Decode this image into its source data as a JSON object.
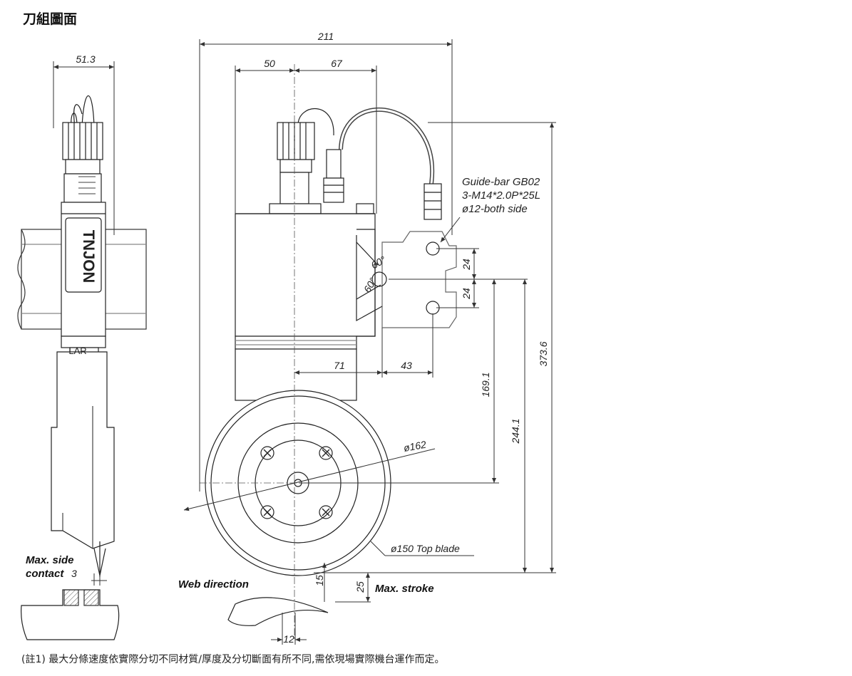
{
  "title": "刀組圖面",
  "footnote": "(註1) 最大分條速度依實際分切不同材質/厚度及分切斷面有所不同,需依現場實際機台運作而定。",
  "dimensions": {
    "side_width": "51.3",
    "overall_width": "211",
    "left_offset": "50",
    "right_offset": "67",
    "offset_71": "71",
    "offset_43": "43",
    "hole_pitch_1": "24",
    "hole_pitch_2": "24",
    "height_169": "169.1",
    "height_244": "244.1",
    "height_373": "373.6",
    "blade_diameter": "ø162",
    "top_blade": "ø150 Top blade",
    "side_contact_value": "3",
    "stroke_15": "15",
    "stroke_25": "25",
    "web_12": "12",
    "angle_1": "60°",
    "angle_2": "60°"
  },
  "guide_bar": {
    "line1": "Guide-bar GB02",
    "line2": "3-M14*2.0P*25L",
    "line3": "ø12-both side"
  },
  "labels": {
    "max_side_line1": "Max. side",
    "max_side_line2": "contact",
    "web_direction": "Web direction",
    "max_stroke": "Max. stroke"
  },
  "brand": {
    "name": "TNJON",
    "mark": "LAR"
  },
  "colors": {
    "line": "#222222",
    "dim": "#333333",
    "hatch": "#555555"
  }
}
